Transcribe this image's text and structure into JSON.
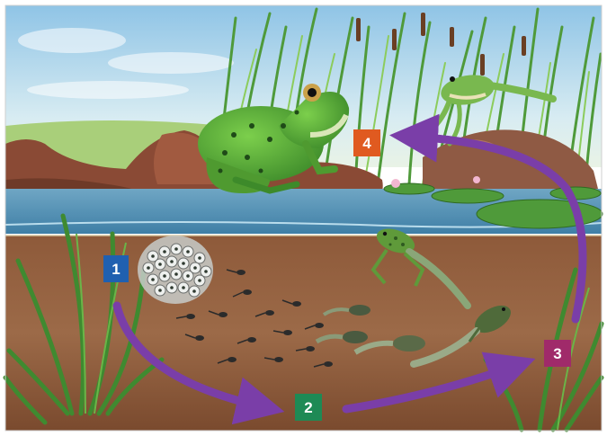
{
  "diagram": {
    "stages": [
      {
        "id": "stage-1",
        "label": "1",
        "color": "#2060b0"
      },
      {
        "id": "stage-2",
        "label": "2",
        "color": "#1e8a55"
      },
      {
        "id": "stage-3",
        "label": "3",
        "color": "#a02a6a"
      },
      {
        "id": "stage-4",
        "label": "4",
        "color": "#e05a20"
      }
    ],
    "arrow_color": "#7a3ea8"
  }
}
